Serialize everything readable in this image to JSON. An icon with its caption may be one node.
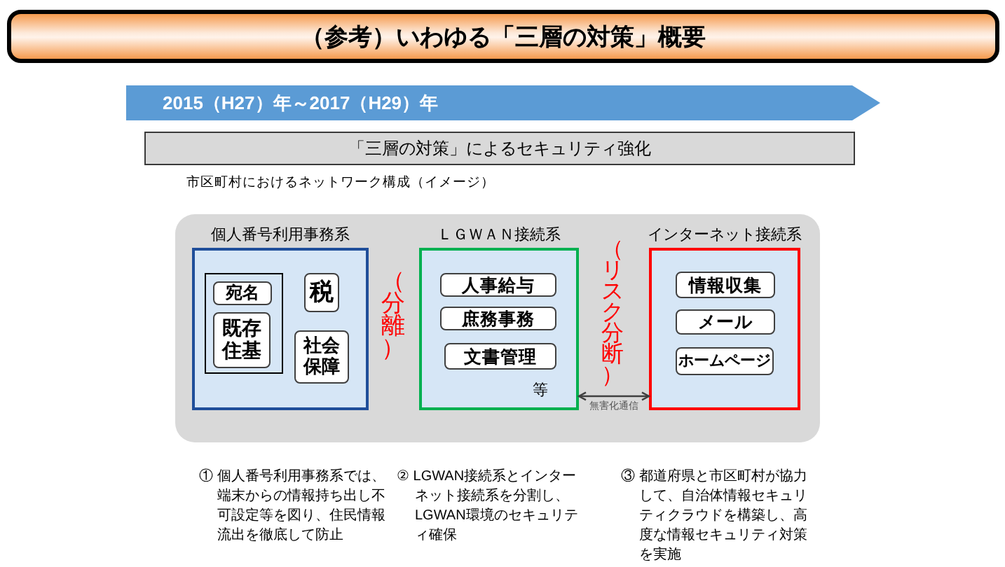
{
  "diagram": {
    "title": "（参考）いわゆる「三層の対策」概要",
    "nodes": [
      {
        "text": [
          "2015（H27）年～2017（H29）年"
        ]
      },
      {
        "text": [
          "「三層の対策」によるセキュリティ強化"
        ]
      },
      {
        "text": [
          "市区町村におけるネットワーク構成（イメージ）"
        ]
      },
      {
        "text": [
          "個人番号利用事務系"
        ],
        "in": 2
      },
      {
        "text": [],
        "shape": "box",
        "in": 3
      },
      {
        "text": [
          "宛名"
        ],
        "in": 4
      },
      {
        "text": [
          "既存住基"
        ],
        "in": 4
      },
      {
        "text": [
          "税"
        ],
        "in": 3
      },
      {
        "text": [
          "社会保障"
        ],
        "in": 3
      },
      {
        "text": [
          "ＬＧＷＡＮ接続系",
          "等"
        ],
        "in": 2
      },
      {
        "text": [
          "人事給与"
        ],
        "in": 9
      },
      {
        "text": [
          "庶務事務"
        ],
        "in": 9
      },
      {
        "text": [
          "文書管理"
        ],
        "in": 9
      },
      {
        "text": [
          "インターネット接続系"
        ],
        "in": 2
      },
      {
        "text": [
          "情報収集"
        ],
        "in": 13
      },
      {
        "text": [
          "メール"
        ],
        "in": 13
      },
      {
        "text": [
          "ホームページ"
        ],
        "in": 13
      }
    ],
    "edges": [
      {
        "from": 9,
        "to": 13,
        "arrow": "both",
        "label": "無害化通信"
      }
    ],
    "labels": [
      "（分離）",
      "（リスク分断）",
      "① 個人番号利用事務系では、端末からの情報持ち出し不可設定等を図り、住民情報流出を徹底して防止",
      "② LGWAN接続系とインターネット接続系を分割し、LGWAN環境のセキュリティ確保",
      "③ 都道府県と市区町村が協力して、自治体情報セキュリティクラウドを構築し、高度な情報セキュリティ対策を実施"
    ]
  }
}
